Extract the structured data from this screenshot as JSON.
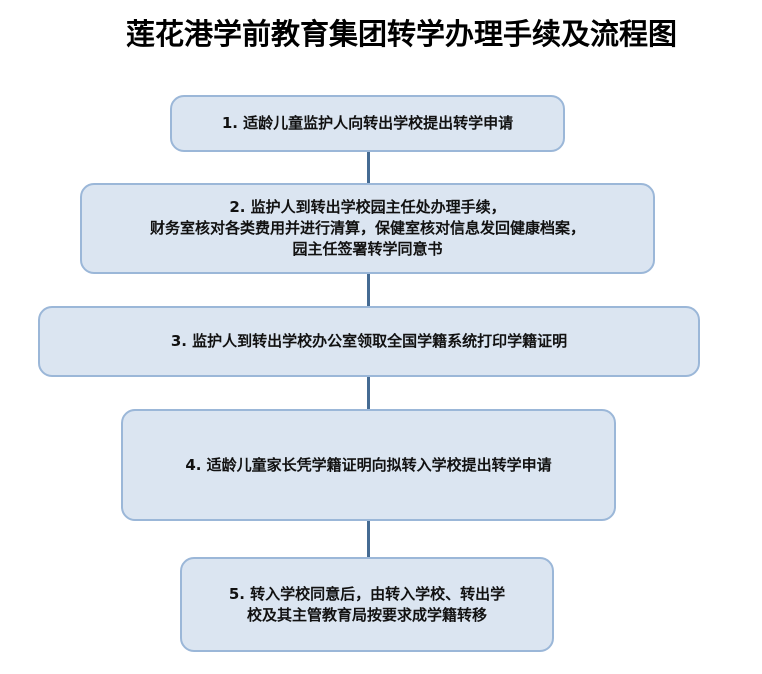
{
  "title": "莲花港学前教育集团转学办理手续及流程图",
  "steps": [
    {
      "text": "1. 适龄儿童监护人向转出学校提出转学申请"
    },
    {
      "text": "2. 监护人到转出学校园主任处办理手续，\n财务室核对各类费用并进行清算，保健室核对信息发回健康档案，\n园主任签署转学同意书"
    },
    {
      "text": "3.  监护人到转出学校办公室领取全国学籍系统打印学籍证明"
    },
    {
      "text": "4. 适龄儿童家长凭学籍证明向拟转入学校提出转学申请"
    },
    {
      "text": "5. 转入学校同意后，由转入学校、转出学\n校及其主管教育局按要求成学籍转移"
    }
  ],
  "colors": {
    "box_fill": "#dbe5f1",
    "box_border": "#9bb7d8",
    "connector": "#456b93"
  }
}
